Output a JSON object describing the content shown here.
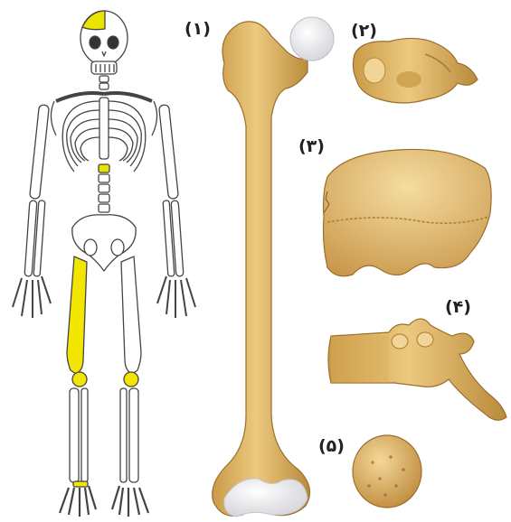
{
  "labels": {
    "femur": "(۱)",
    "irregular_small": "(۲)",
    "flat": "(۳)",
    "vertebra": "(۴)",
    "round": "(۵)"
  },
  "colors": {
    "bone": "#e3bd6e",
    "bone_shadow": "#b98a3b",
    "highlight": "#f2e600",
    "outline": "#444444",
    "cartilage": "#f1f1f3"
  },
  "icons": {
    "skeleton": "skeleton-icon",
    "femur": "femur-bone-icon",
    "irregular": "irregular-bone-icon",
    "flat": "flat-bone-icon",
    "vertebra": "vertebra-icon",
    "round": "sesamoid-bone-icon"
  }
}
